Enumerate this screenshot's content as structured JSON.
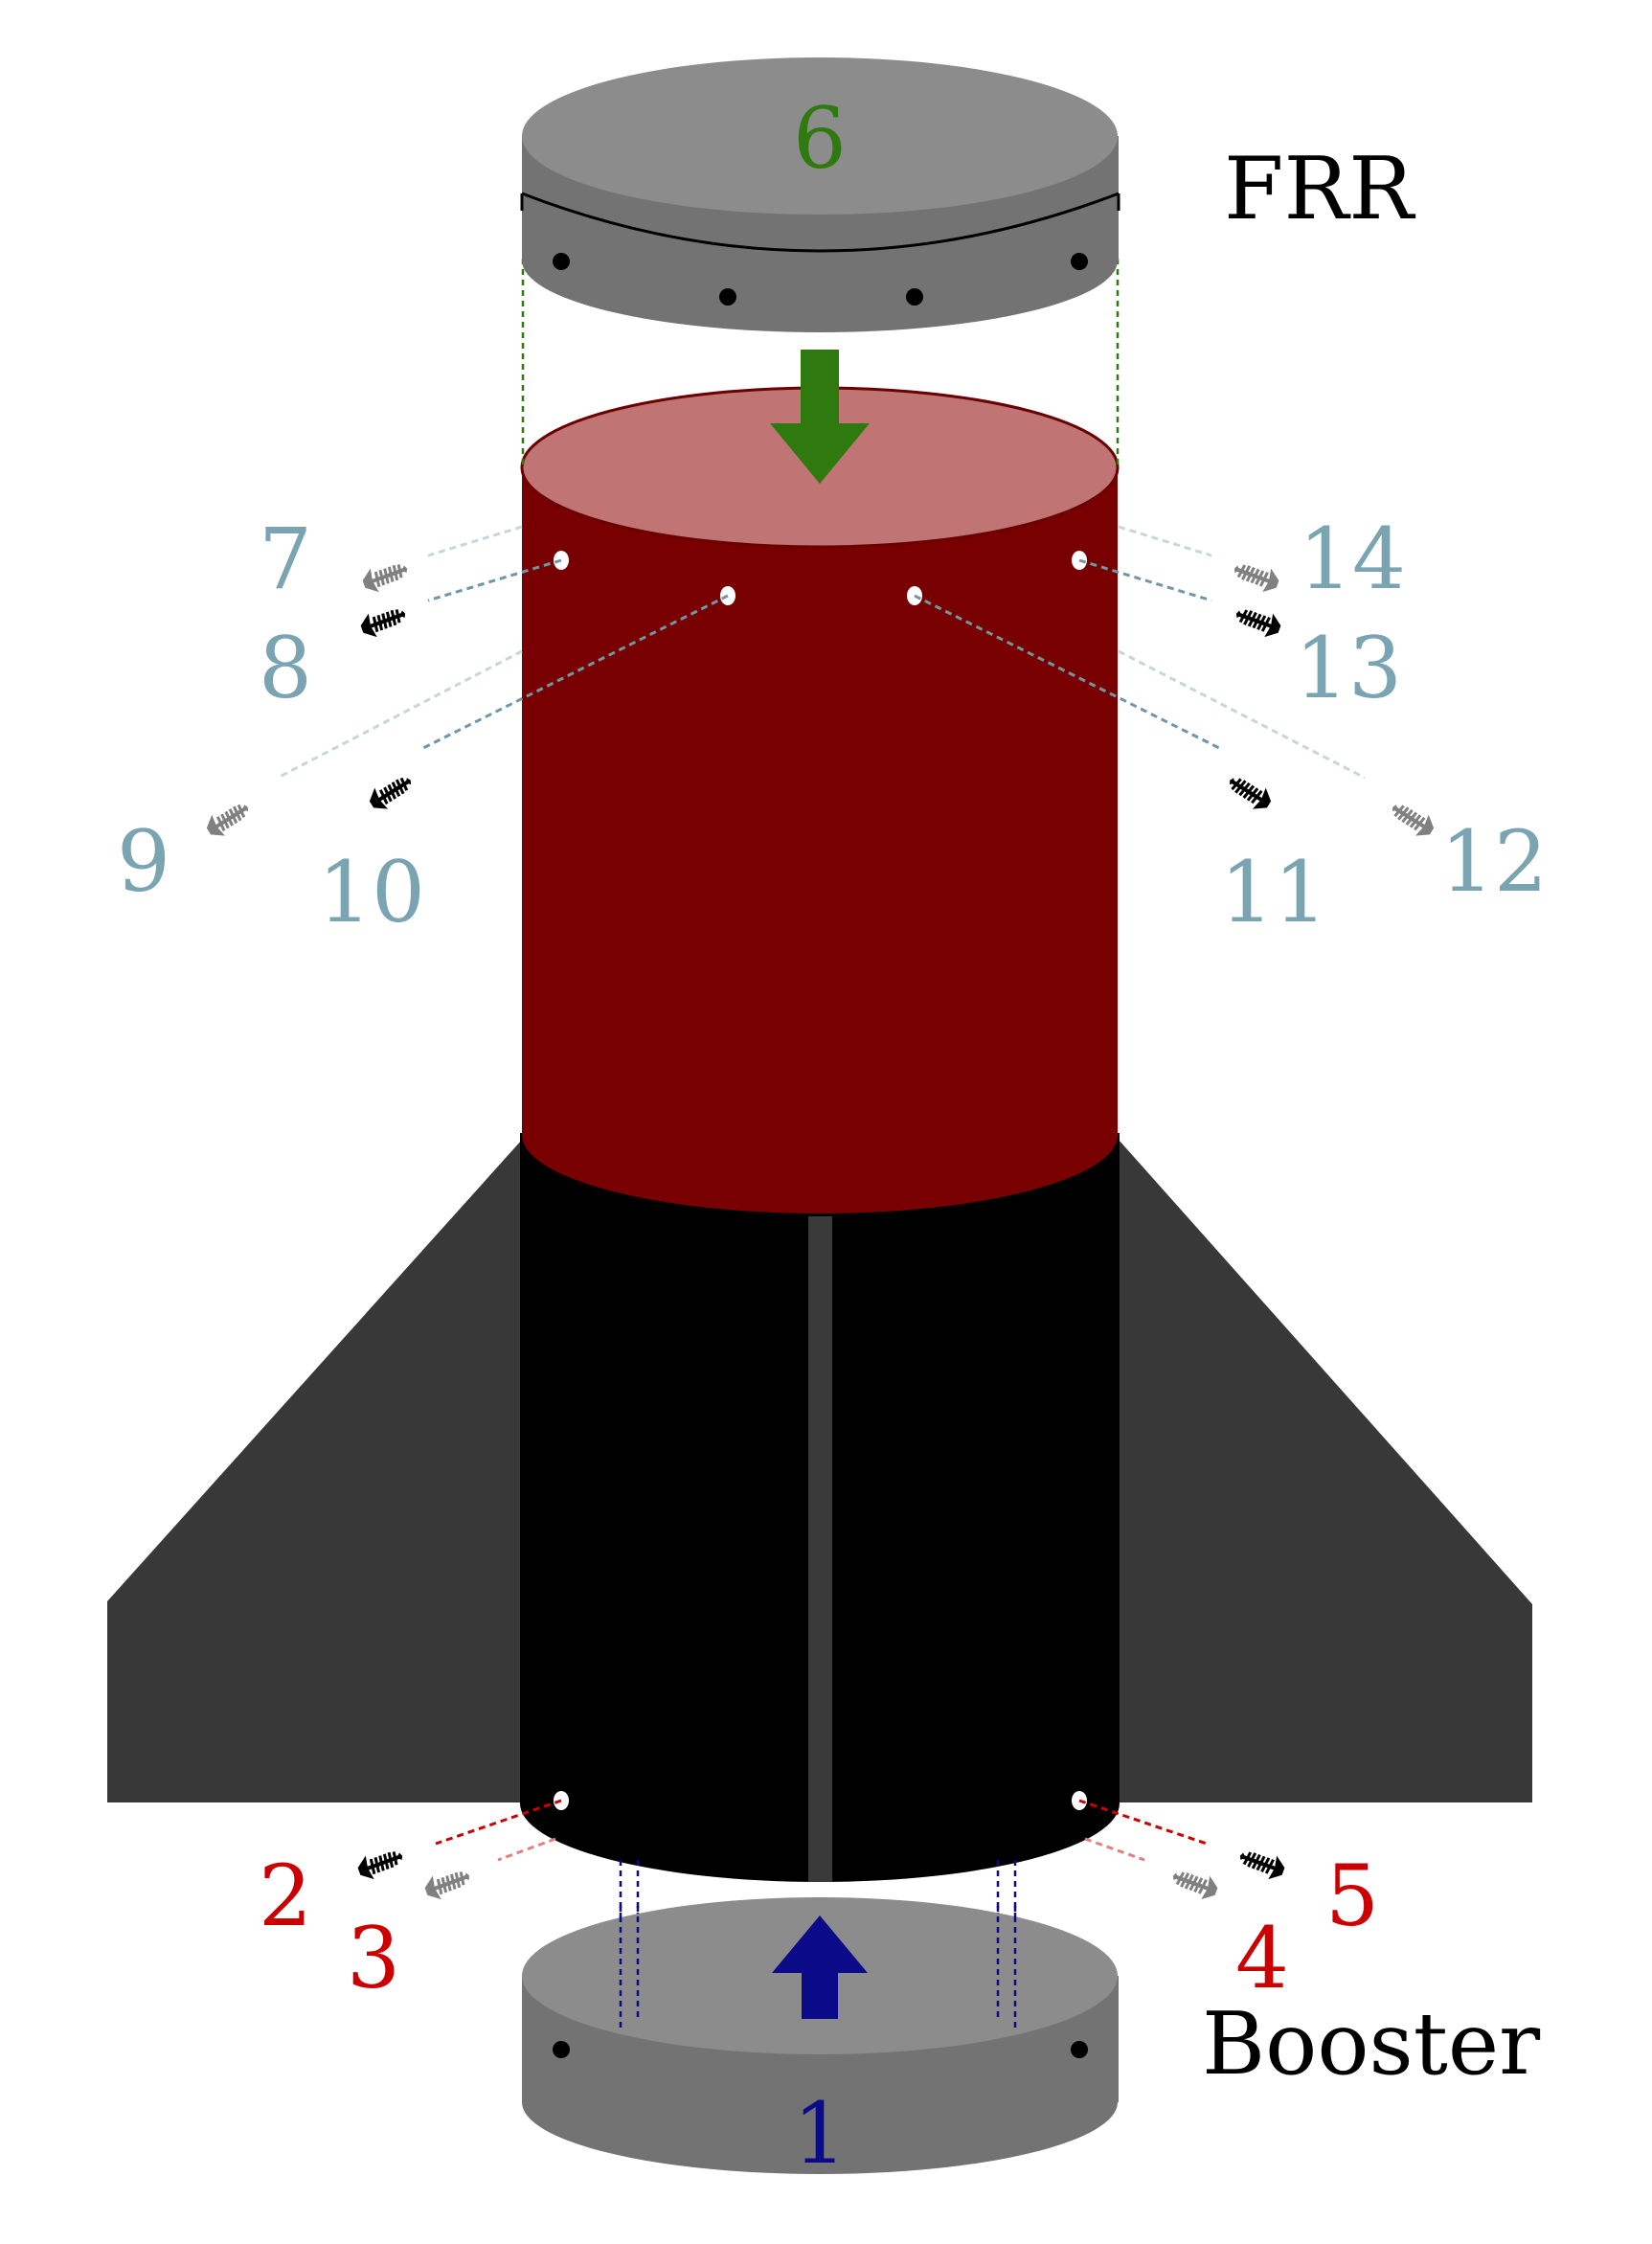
{
  "labels": {
    "frr": "FRR",
    "booster": "Booster"
  },
  "steps": {
    "s1": "1",
    "s2": "2",
    "s3": "3",
    "s4": "4",
    "s5": "5",
    "s6": "6",
    "s7": "7",
    "s8": "8",
    "s9": "9",
    "s10": "10",
    "s11": "11",
    "s12": "12",
    "s13": "13",
    "s14": "14"
  },
  "icons": {
    "screw": "screw-icon",
    "arrow_down": "arrow-down-icon",
    "arrow_up": "arrow-up-icon"
  },
  "colors": {
    "frr_body": "#780000",
    "frr_top": "#c07474",
    "booster_body": "#000000",
    "fins": "#383838",
    "bulkhead_top": "#8c8c8c",
    "bulkhead_side": "#737373",
    "green_arrow": "#2e7a0f",
    "blue_arrow": "#0b0b8a",
    "teal_label": "#7aa4b2",
    "red_label": "#cc0000",
    "screw_black": "#000000",
    "screw_gray": "#808080"
  }
}
